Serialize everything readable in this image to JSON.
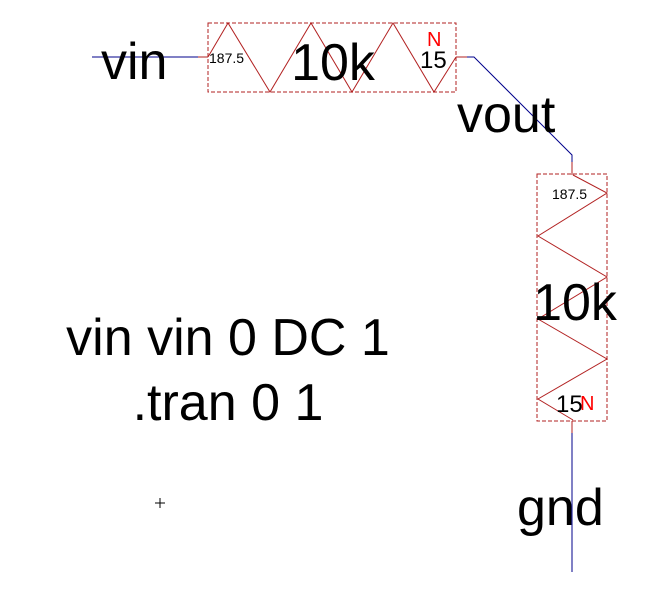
{
  "colors": {
    "wire": "#00008b",
    "component": "#b22222",
    "pin_marker": "#ff0000"
  },
  "nets": {
    "vin": "vin",
    "vout": "vout",
    "gnd": "gnd"
  },
  "resistors": [
    {
      "value": "10k",
      "pin1_label": "187.5",
      "pin2_label": "15",
      "marker": "N"
    },
    {
      "value": "10k",
      "pin1_label": "187.5",
      "pin2_label": "15",
      "marker": "N"
    }
  ],
  "directives": {
    "line1": "vin vin 0 DC 1",
    "line2": ".tran 0 1"
  }
}
